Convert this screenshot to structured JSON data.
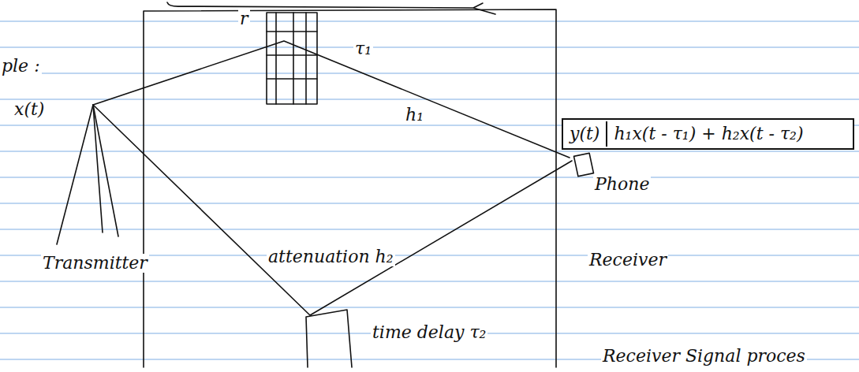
{
  "diagram": {
    "nodes": [
      {
        "text": [
          "y(t)",
          "h₁x(t - τ₁) + h₂x(t - τ₂)"
        ]
      }
    ],
    "labels": [
      "ple :",
      "x(t)",
      "r",
      "τ₁",
      "h₁",
      "Phone",
      "attenuation h₂",
      "time delay τ₂",
      "Transmitter",
      "Receiver",
      "Receiver Signal proces"
    ]
  }
}
